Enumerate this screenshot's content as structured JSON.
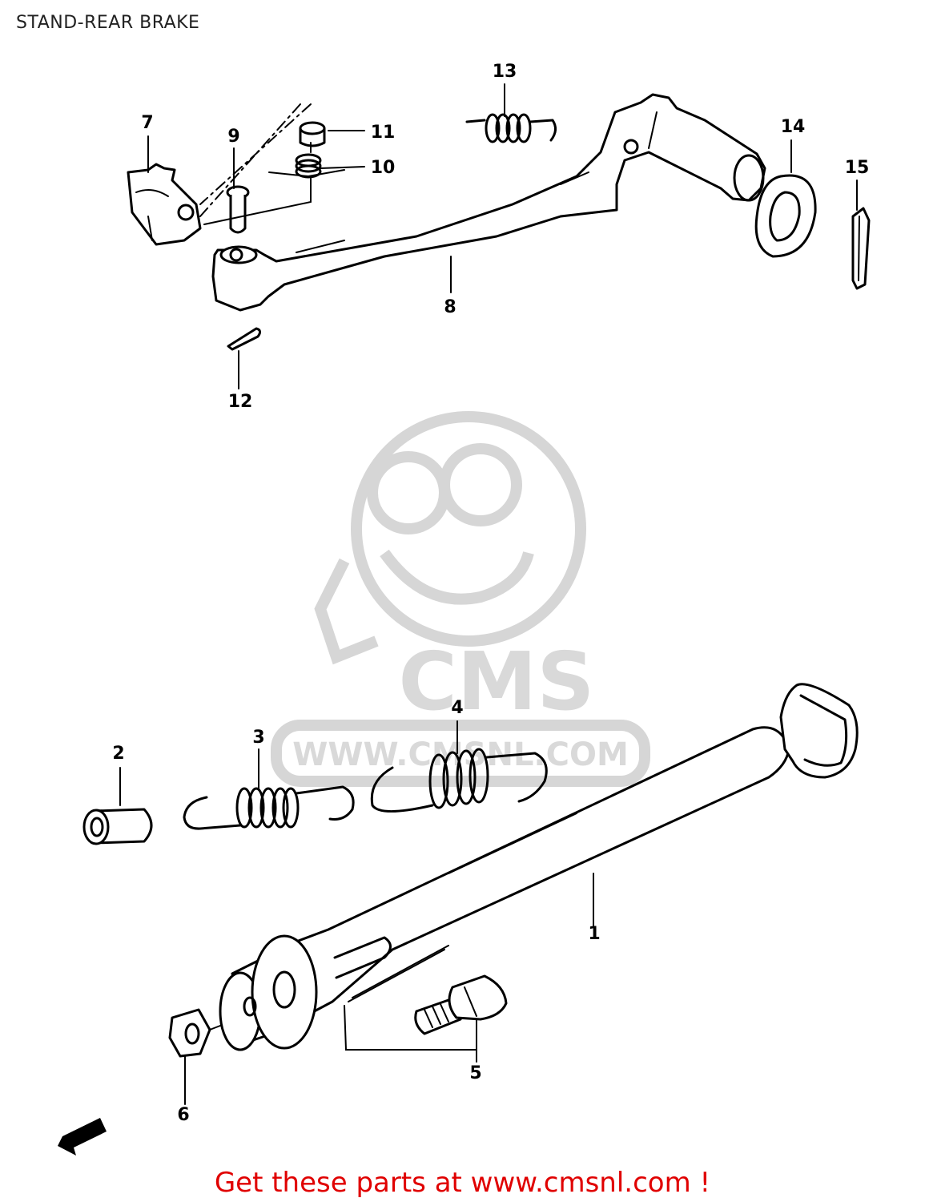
{
  "title": "STAND-REAR BRAKE",
  "footer": {
    "text": "Get these parts at www.cmsnl.com !",
    "color": "#e00000"
  },
  "watermark": {
    "brand": "CMS",
    "url": "WWW.CMSNL.COM",
    "color": "#d6d6d6"
  },
  "callouts": [
    "1",
    "2",
    "3",
    "4",
    "5",
    "6",
    "7",
    "8",
    "9",
    "10",
    "11",
    "12",
    "13",
    "14",
    "15"
  ]
}
